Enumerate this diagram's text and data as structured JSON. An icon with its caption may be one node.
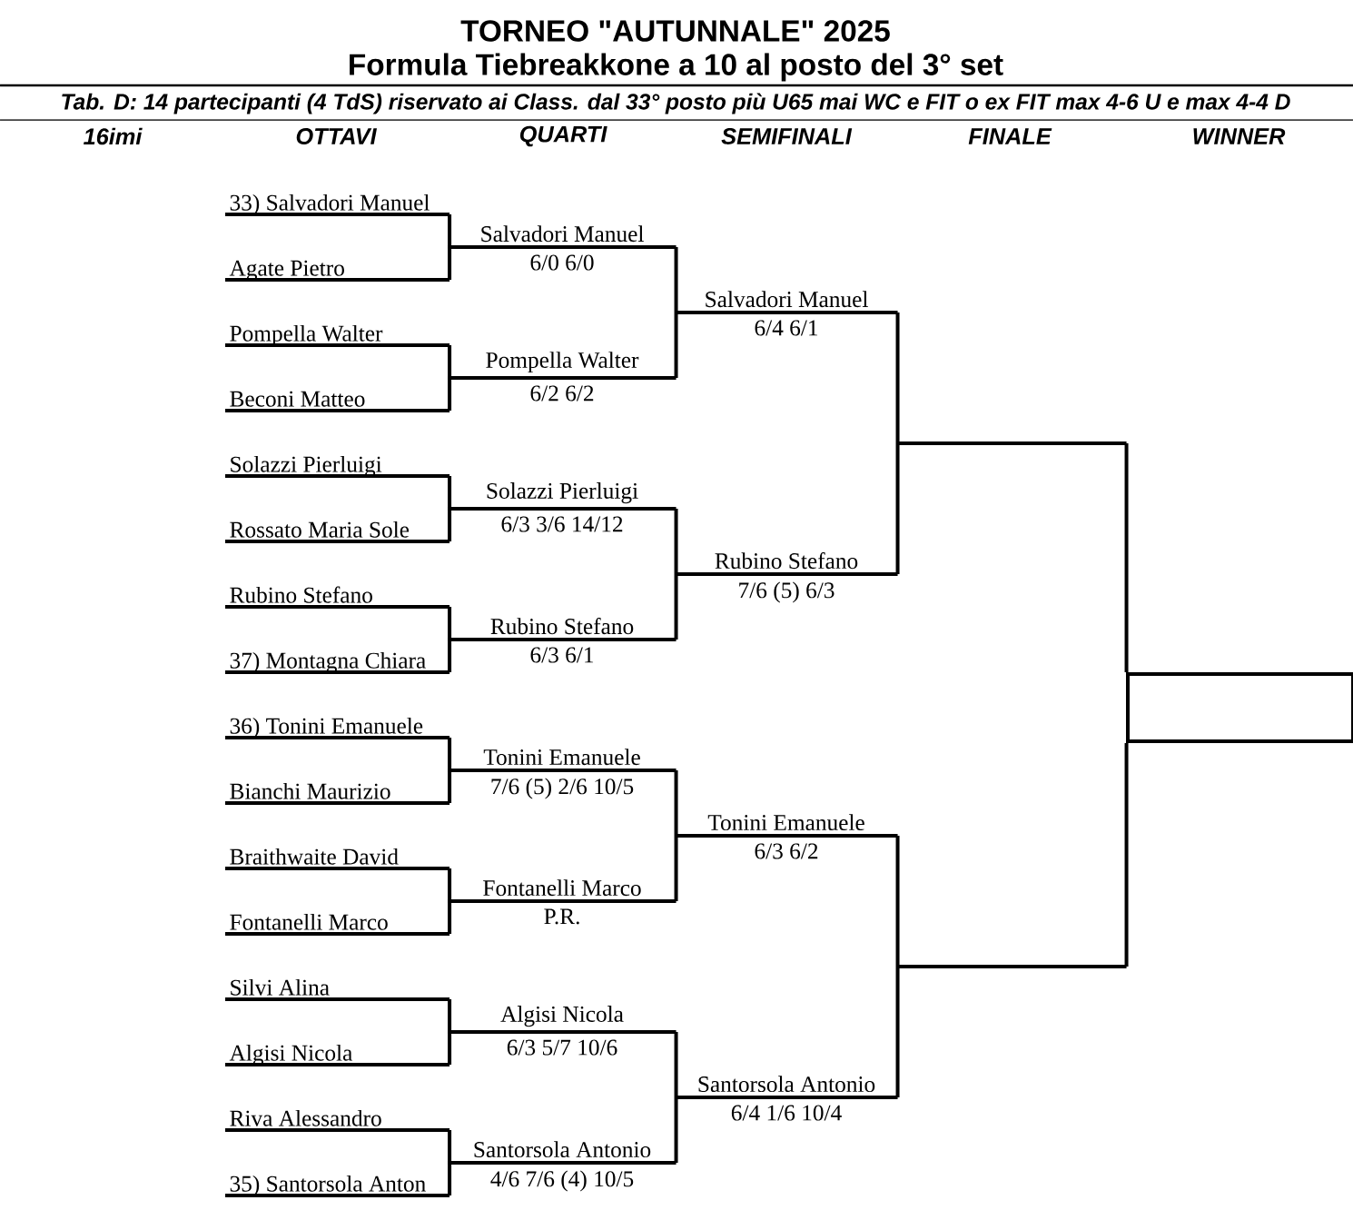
{
  "diagram": {
    "title": "TORNEO  \"AUTUNNALE\"  2025",
    "labels": [
      "Formula Tiebreakkone a 10 al posto del 3° set",
      "Tab. D: 14 partecipanti (4 TdS) riservato ai Class. dal 33° posto più U65 mai WC e FIT o ex FIT max 4-6 U e max 4-4 D",
      "16imi",
      "OTTAVI",
      "QUARTI",
      "SEMIFINALI",
      "FINALE",
      "WINNER"
    ],
    "nodes": [
      {
        "text": [
          "33) Salvadori Manuel"
        ]
      },
      {
        "text": [
          "Agate Pietro"
        ]
      },
      {
        "text": [
          "Pompella Walter"
        ]
      },
      {
        "text": [
          "Beconi Matteo"
        ]
      },
      {
        "text": [
          "Solazzi Pierluigi"
        ]
      },
      {
        "text": [
          "Rossato Maria Sole"
        ]
      },
      {
        "text": [
          "Rubino Stefano"
        ]
      },
      {
        "text": [
          "37) Montagna Chiara"
        ]
      },
      {
        "text": [
          "36) Tonini Emanuele"
        ]
      },
      {
        "text": [
          "Bianchi Maurizio"
        ]
      },
      {
        "text": [
          "Braithwaite David"
        ]
      },
      {
        "text": [
          "Fontanelli Marco"
        ]
      },
      {
        "text": [
          "Silvi Alina"
        ]
      },
      {
        "text": [
          "Algisi Nicola"
        ]
      },
      {
        "text": [
          "Riva Alessandro"
        ]
      },
      {
        "text": [
          "35) Santorsola Anton"
        ]
      },
      {
        "text": [
          "Salvadori Manuel"
        ],
        "beside": [
          "6/0  6/0"
        ]
      },
      {
        "text": [
          "Pompella Walter"
        ],
        "beside": [
          "6/2  6/2"
        ]
      },
      {
        "text": [
          "Solazzi Pierluigi"
        ],
        "beside": [
          "6/3  3/6  14/12"
        ]
      },
      {
        "text": [
          "Rubino Stefano"
        ],
        "beside": [
          "6/3  6/1"
        ]
      },
      {
        "text": [
          "Tonini Emanuele"
        ],
        "beside": [
          "7/6 (5)  2/6  10/5"
        ]
      },
      {
        "text": [
          "Fontanelli Marco"
        ],
        "beside": [
          "P.R."
        ]
      },
      {
        "text": [
          "Algisi Nicola"
        ],
        "beside": [
          "6/3  5/7  10/6"
        ]
      },
      {
        "text": [
          "Santorsola Antonio"
        ],
        "beside": [
          "4/6  7/6 (4)  10/5"
        ]
      },
      {
        "text": [
          "Salvadori Manuel"
        ],
        "beside": [
          "6/4  6/1"
        ]
      },
      {
        "text": [
          "Rubino Stefano"
        ],
        "beside": [
          "7/6 (5)  6/3"
        ]
      },
      {
        "text": [
          "Tonini Emanuele"
        ],
        "beside": [
          "6/3  6/2"
        ]
      },
      {
        "text": [
          "Santorsola Antonio"
        ],
        "beside": [
          "6/4  1/6  10/4"
        ]
      },
      {
        "text": [],
        "shape": "bar"
      },
      {
        "text": [],
        "shape": "bar"
      },
      {
        "text": [],
        "shape": "box"
      }
    ],
    "edges": [
      {
        "from": 0,
        "to": 16,
        "arrow": "none"
      },
      {
        "from": 1,
        "to": 16,
        "arrow": "none"
      },
      {
        "from": 2,
        "to": 17,
        "arrow": "none"
      },
      {
        "from": 3,
        "to": 17,
        "arrow": "none"
      },
      {
        "from": 4,
        "to": 18,
        "arrow": "none"
      },
      {
        "from": 5,
        "to": 18,
        "arrow": "none"
      },
      {
        "from": 6,
        "to": 19,
        "arrow": "none"
      },
      {
        "from": 7,
        "to": 19,
        "arrow": "none"
      },
      {
        "from": 8,
        "to": 20,
        "arrow": "none"
      },
      {
        "from": 9,
        "to": 20,
        "arrow": "none"
      },
      {
        "from": 10,
        "to": 21,
        "arrow": "none"
      },
      {
        "from": 11,
        "to": 21,
        "arrow": "none"
      },
      {
        "from": 12,
        "to": 22,
        "arrow": "none"
      },
      {
        "from": 13,
        "to": 22,
        "arrow": "none"
      },
      {
        "from": 14,
        "to": 23,
        "arrow": "none"
      },
      {
        "from": 15,
        "to": 23,
        "arrow": "none"
      },
      {
        "from": 16,
        "to": 24,
        "arrow": "none"
      },
      {
        "from": 17,
        "to": 24,
        "arrow": "none"
      },
      {
        "from": 18,
        "to": 25,
        "arrow": "none"
      },
      {
        "from": 19,
        "to": 25,
        "arrow": "none"
      },
      {
        "from": 20,
        "to": 26,
        "arrow": "none"
      },
      {
        "from": 21,
        "to": 26,
        "arrow": "none"
      },
      {
        "from": 22,
        "to": 27,
        "arrow": "none"
      },
      {
        "from": 23,
        "to": 27,
        "arrow": "none"
      },
      {
        "from": 24,
        "to": 28,
        "arrow": "none"
      },
      {
        "from": 25,
        "to": 28,
        "arrow": "none"
      },
      {
        "from": 26,
        "to": 29,
        "arrow": "none"
      },
      {
        "from": 27,
        "to": 29,
        "arrow": "none"
      },
      {
        "from": 28,
        "to": 30,
        "arrow": "none"
      },
      {
        "from": 29,
        "to": 30,
        "arrow": "none"
      }
    ]
  }
}
